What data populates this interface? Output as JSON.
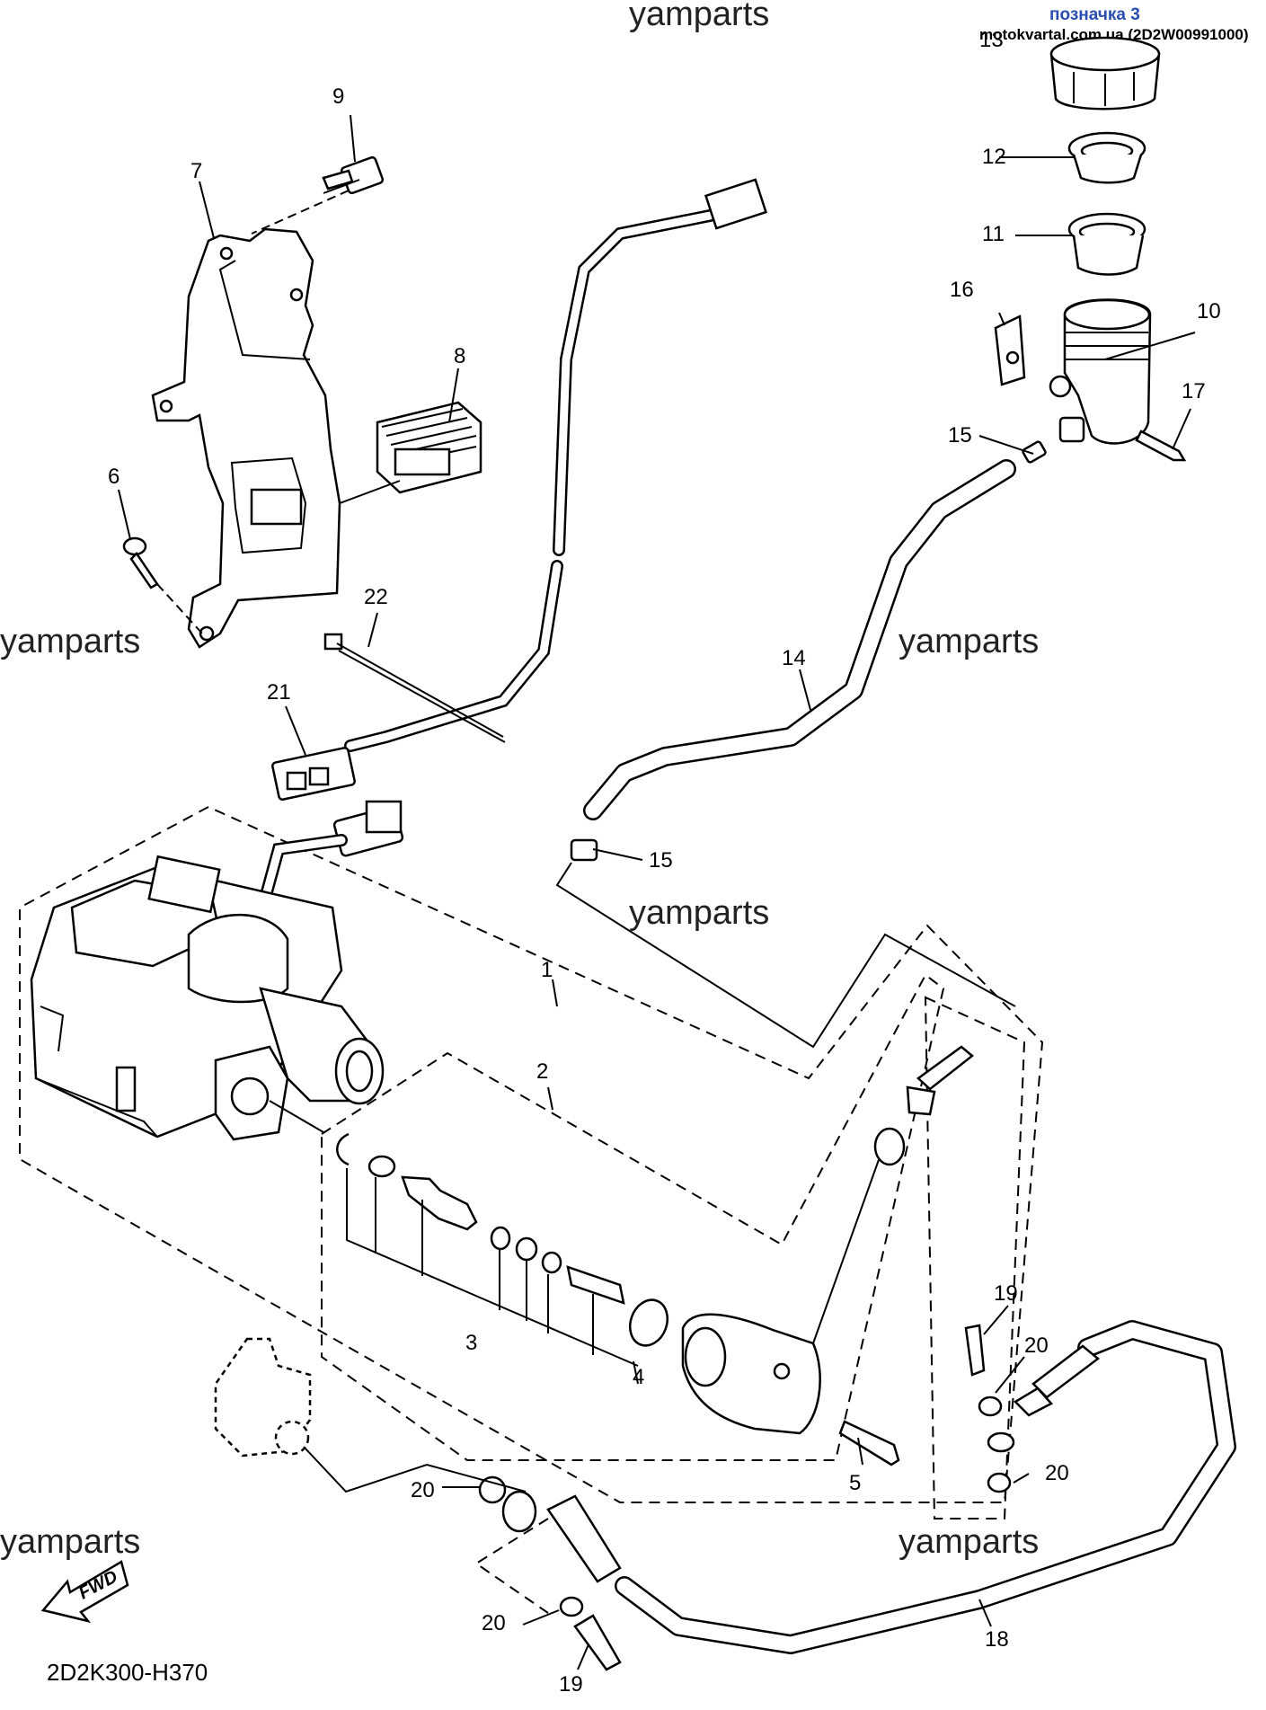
{
  "header": {
    "label_blue": "позначка 3",
    "source": "motokvartal.com.ua (2D2W00991000)"
  },
  "watermark": "yamparts",
  "diagram_code": "2D2K300-H370",
  "fwd_label": "FWD",
  "callouts": {
    "c1": "1",
    "c2": "2",
    "c3": "3",
    "c4": "4",
    "c5": "5",
    "c6": "6",
    "c7": "7",
    "c8": "8",
    "c9": "9",
    "c10": "10",
    "c11": "11",
    "c12": "12",
    "c13": "13",
    "c14": "14",
    "c15a": "15",
    "c15b": "15",
    "c16": "16",
    "c17": "17",
    "c18": "18",
    "c19a": "19",
    "c19b": "19",
    "c20a": "20",
    "c20b": "20",
    "c20c": "20",
    "c20d": "20",
    "c21": "21",
    "c22": "22"
  }
}
